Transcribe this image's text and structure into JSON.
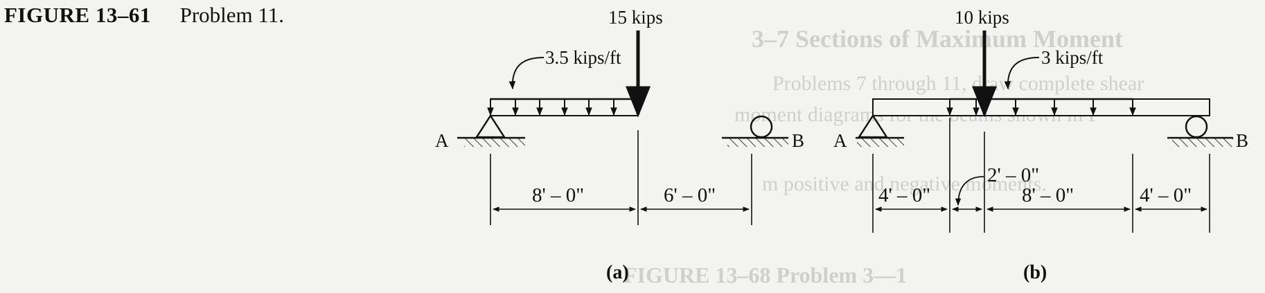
{
  "figure": {
    "number": "FIGURE 13–61",
    "title": "Problem 11."
  },
  "diagram_a": {
    "caption": "(a)",
    "point_load": "15 kips",
    "distributed_load": "3.5 kips/ft",
    "support_left": "A",
    "support_right": "B",
    "dim_1": "8' – 0\"",
    "dim_2": "6' – 0\""
  },
  "diagram_b": {
    "caption": "(b)",
    "point_load": "10 kips",
    "distributed_load": "3 kips/ft",
    "support_left": "A",
    "support_right": "B",
    "dim_1": "4' – 0\"",
    "dim_2": "2' – 0\"",
    "dim_3": "8' – 0\"",
    "dim_4": "4' – 0\""
  },
  "ghost_text": {
    "heading": "3–7   Sections of Maximum Moment",
    "line_1": "Problems 7 through 11, draw complete shear",
    "line_2": "moment diagrams for the beams shown in F",
    "line_3": "m positive and negative moments.",
    "footer": "FIGURE 13–68   Problem 3—1"
  }
}
